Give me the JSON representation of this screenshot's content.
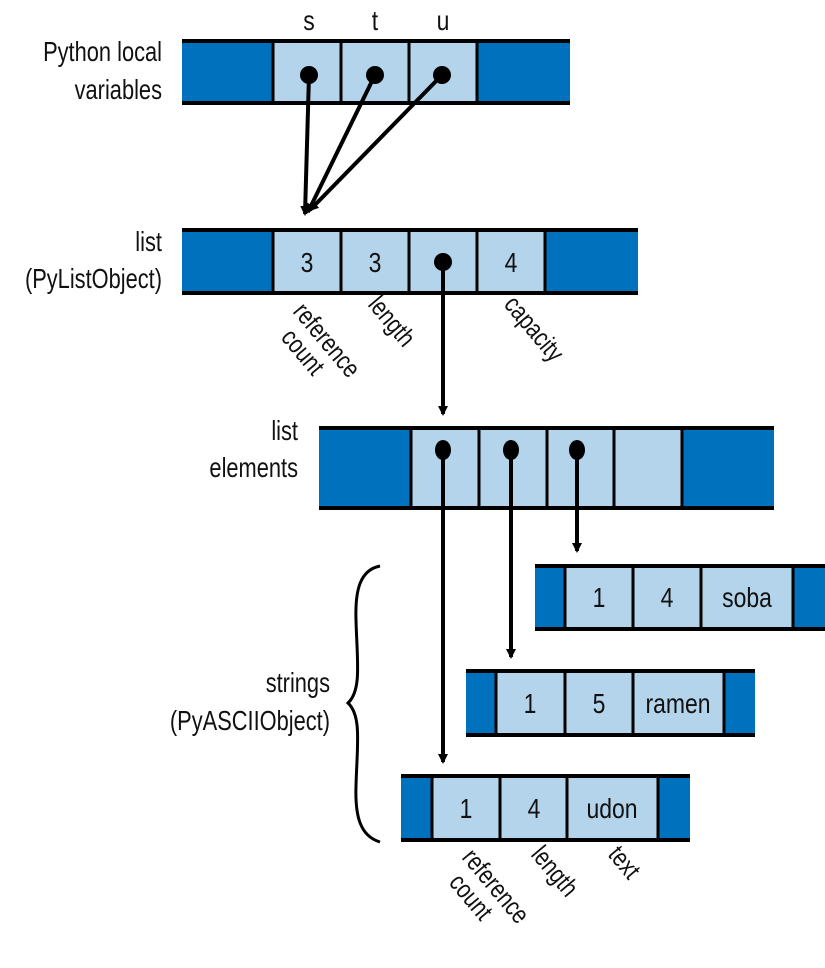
{
  "colors": {
    "header_block": "#0071bc",
    "cell": "#b3d4ea",
    "stroke": "#000000",
    "background": "#ffffff"
  },
  "labels": {
    "locals": [
      "Python local",
      "variables"
    ],
    "list": [
      "list",
      "(PyListObject)"
    ],
    "elements": [
      "list",
      "elements"
    ],
    "strings": [
      "strings",
      "(PyASCIIObject)"
    ]
  },
  "locals": {
    "variables": [
      "s",
      "t",
      "u"
    ]
  },
  "list_object": {
    "reference_count": "3",
    "length": "3",
    "capacity": "4",
    "field_labels": {
      "reference_count": [
        "reference",
        "count"
      ],
      "length": "length",
      "capacity": "capacity"
    }
  },
  "list_elements": {
    "pointer_count": 3,
    "slots": 4
  },
  "strings": [
    {
      "name": "soba",
      "reference_count": "1",
      "length": "4",
      "text": "soba"
    },
    {
      "name": "ramen",
      "reference_count": "1",
      "length": "5",
      "text": "ramen"
    },
    {
      "name": "udon",
      "reference_count": "1",
      "length": "4",
      "text": "udon"
    }
  ],
  "string_field_labels": {
    "reference_count": [
      "reference",
      "count"
    ],
    "length": "length",
    "text": "text"
  }
}
